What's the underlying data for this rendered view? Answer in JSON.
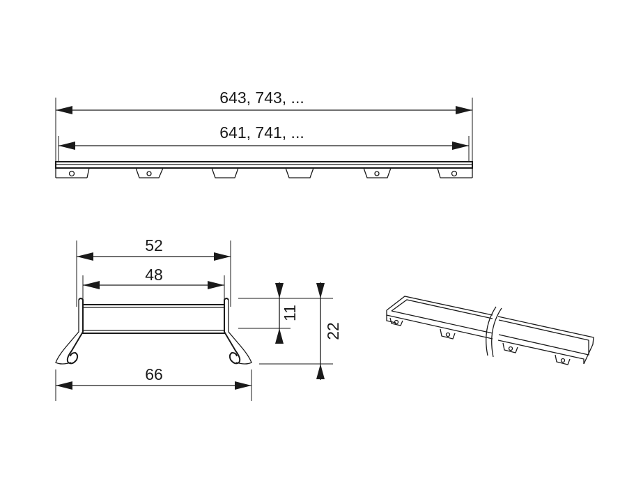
{
  "dimensions": {
    "overall_length": "643, 743, ...",
    "inner_length": "641, 741, ...",
    "top_width_outer": "52",
    "top_width_inner": "48",
    "bottom_width": "66",
    "height_inner": "11",
    "height_total": "22"
  },
  "style": {
    "line_color": "#1a1a1a",
    "background": "#ffffff"
  }
}
